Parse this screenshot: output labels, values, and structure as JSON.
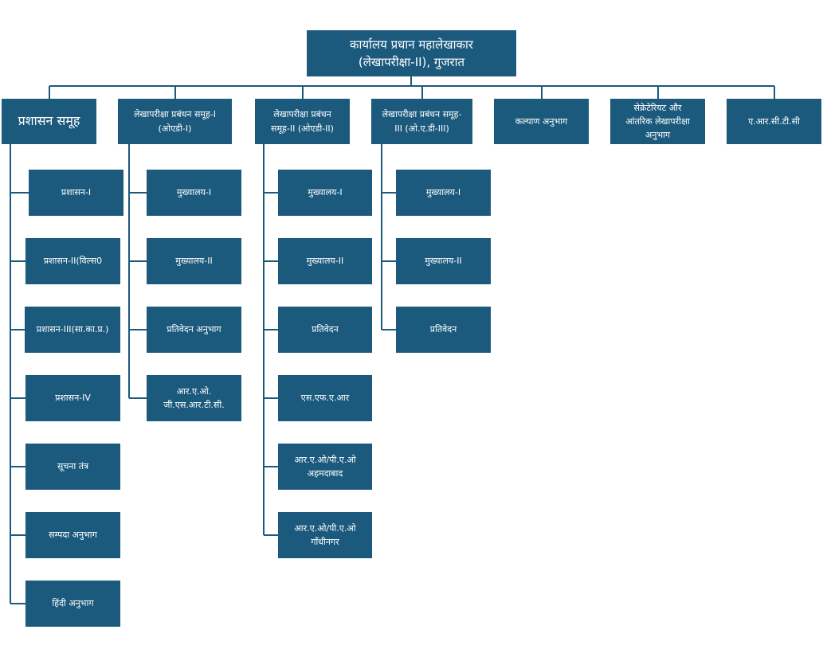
{
  "root": "कार्यालय प्रधान महालेखाकार\n(लेखापरीक्षा-II), गुजरात",
  "groups": [
    {
      "title": "प्रशासन समूह",
      "children": [
        "प्रशासन-I",
        "प्रशासन-II(विल्स0",
        "प्रशासन-III(सा.का.प्र.)",
        "प्रशासन-IV",
        "सूचना तंत्र",
        "सम्पदा अनुभाग",
        "हिंदी अनुभाग"
      ]
    },
    {
      "title": "लेखापरीक्षा प्रबंधन समूह-I\n(ओएडी-I)",
      "children": [
        "मुख्यालय-I",
        "मुख्यालय-II",
        "प्रतिवेदन अनुभाग",
        "आर.ए.ओ.\nजी.एस.आर.टी.सी."
      ]
    },
    {
      "title": "लेखापरीक्षा प्रबंधन\nसमूह-II (ओएडी-II)",
      "children": [
        "मुख्यालय-I",
        "मुख्यालय-II",
        "प्रतिवेदन",
        "एस.एफ.ए.आर",
        "आर.ए.ओ/पी.ए.ओ\nअहमदाबाद",
        "आर.ए.ओ/पी.ए.ओ\nगाँधीनगर"
      ]
    },
    {
      "title": "लेखापरीक्षा प्रबंधन समूह-\nIII (ओ.ए.डी-III)",
      "children": [
        "मुख्यालय-I",
        "मुख्यालय-II",
        "प्रतिवेदन"
      ]
    },
    {
      "title": "कल्याण अनुभाग",
      "children": []
    },
    {
      "title": "सेक्रेटेरियट और\nआंतरिक लेखापरीक्षा\nअनुभाग",
      "children": []
    },
    {
      "title": "ए.आर.सी.टी.सी",
      "children": []
    }
  ]
}
